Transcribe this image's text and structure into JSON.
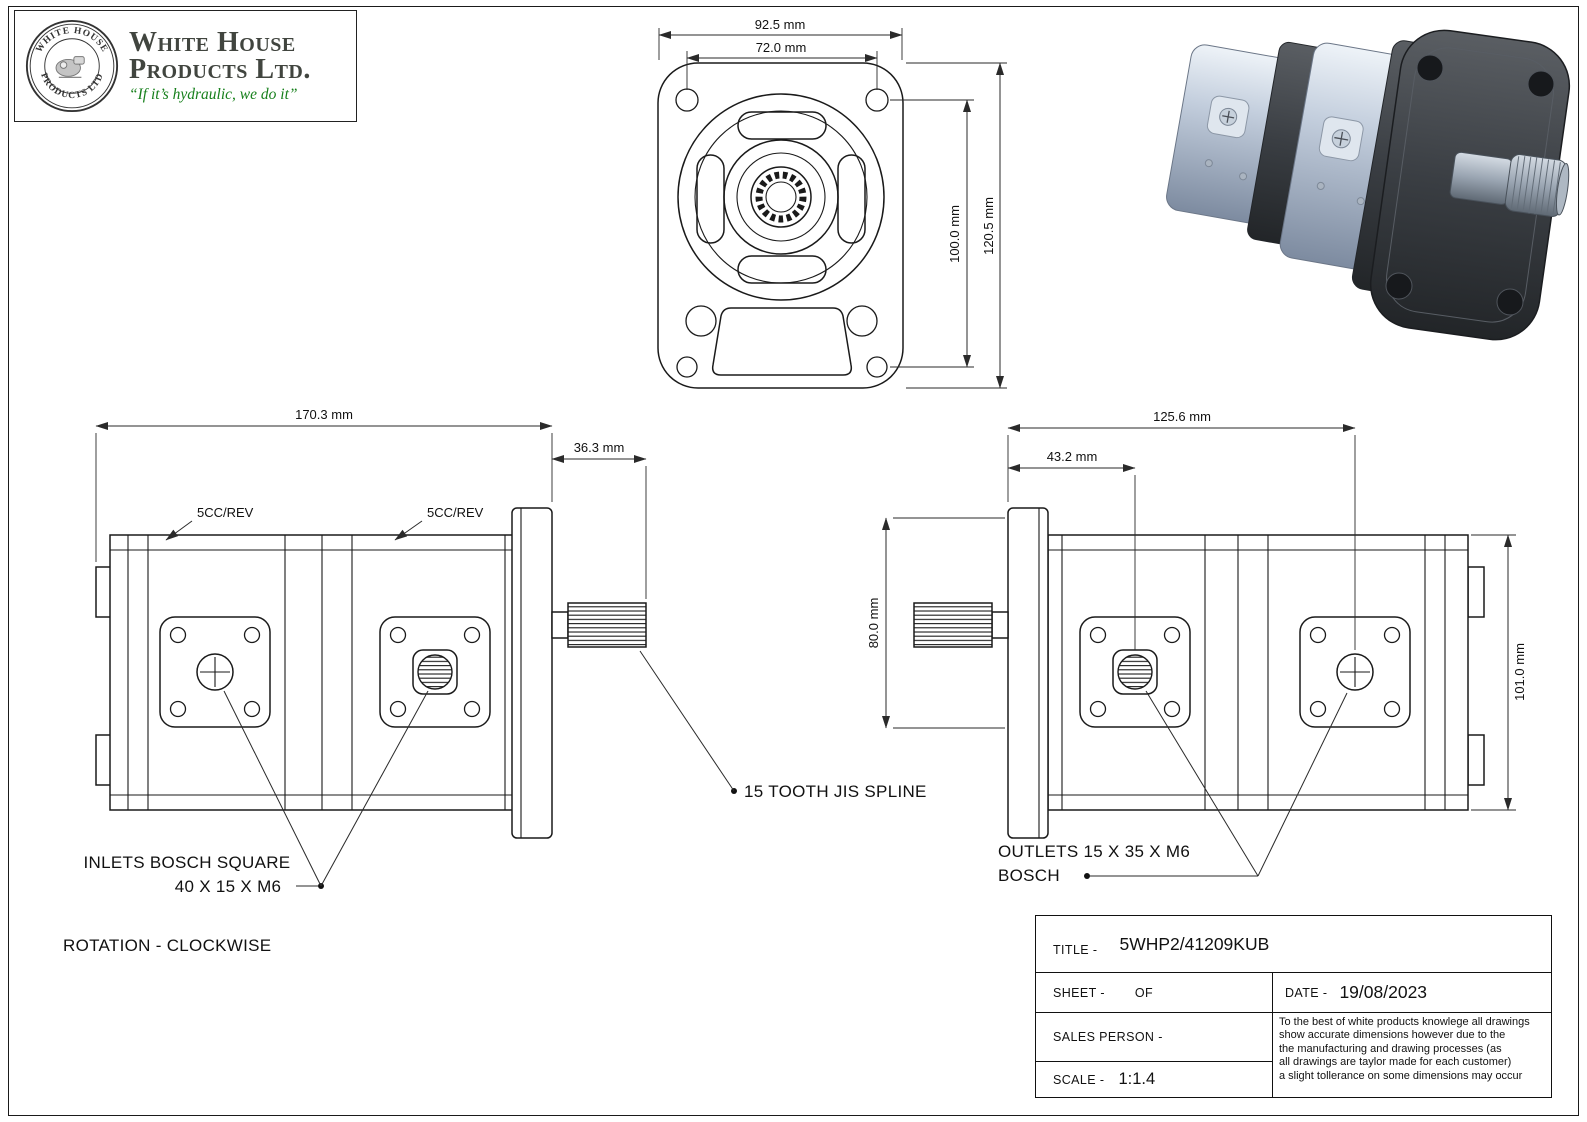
{
  "logo": {
    "company_line1": "White House",
    "company_line2": "Products Ltd.",
    "tagline": "“If it’s hydraulic, we do it”",
    "seal_top": "WHITE HOUSE",
    "seal_bottom": "PRODUCTS LTD"
  },
  "front_view": {
    "dim_outer_width": "92.5 mm",
    "dim_bolt_width": "72.0 mm",
    "dim_bolt_height": "100.0 mm",
    "dim_outer_height": "120.5 mm"
  },
  "side_view_left": {
    "dim_body_length": "170.3 mm",
    "dim_shaft_length": "36.3 mm",
    "displacement_1": "5CC/REV",
    "displacement_2": "5CC/REV",
    "inlets_line1": "INLETS BOSCH SQUARE",
    "inlets_line2": "40 X 15 X M6",
    "spline_label": "15 TOOTH JIS SPLINE",
    "rotation_label": "ROTATION - CLOCKWISE"
  },
  "side_view_right": {
    "dim_flange_to_port2": "125.6 mm",
    "dim_flange_to_port1": "43.2 mm",
    "dim_left_height": "80.0 mm",
    "dim_body_height": "101.0 mm",
    "outlets_line1": "OUTLETS 15 X 35 X M6",
    "outlets_line2": "BOSCH"
  },
  "title_block": {
    "title_label": "TITLE -",
    "title_value": "5WHP2/41209KUB",
    "sheet_label": "SHEET -",
    "sheet_value": "OF",
    "date_label": "DATE -",
    "date_value": "19/08/2023",
    "sales_person_label": "SALES PERSON -",
    "scale_label": "SCALE -",
    "scale_value": "1:1.4",
    "disclaimer_lines": [
      "To the best of white products knowlege all drawings",
      "show accurate dimensions however due to the",
      "the manufacturing and drawing processes (as",
      "all drawings are taylor made for each customer)",
      "a slight tollerance on some dimensions may occur"
    ]
  }
}
